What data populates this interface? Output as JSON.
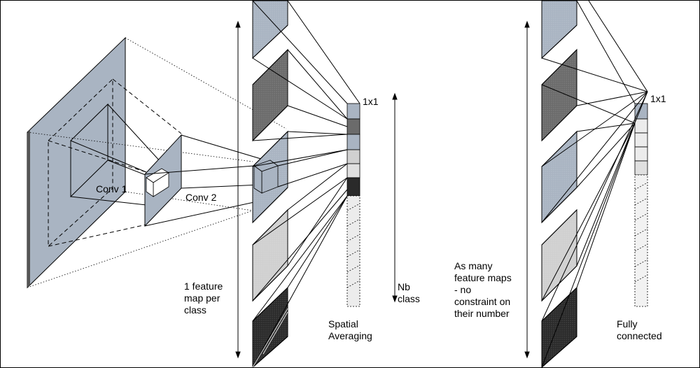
{
  "labels": {
    "conv1": "Conv 1",
    "conv2": "Conv 2",
    "one_by_one_left": "1x1",
    "one_by_one_right": "1x1",
    "feature_map_per_class": "1 feature\nmap per\nclass",
    "nb_class": "Nb\nclass",
    "spatial_averaging": "Spatial\nAveraging",
    "as_many_feature_maps": "As many\nfeature maps\n- no\nconstraint on\ntheir number",
    "fully_connected": "Fully\nconnected"
  },
  "colors": {
    "slate": "#a9b4c2",
    "dark_gray": "#6b6b6b",
    "light_gray": "#d0d0d0",
    "black_gray": "#2a2a2a",
    "line": "#000000"
  }
}
